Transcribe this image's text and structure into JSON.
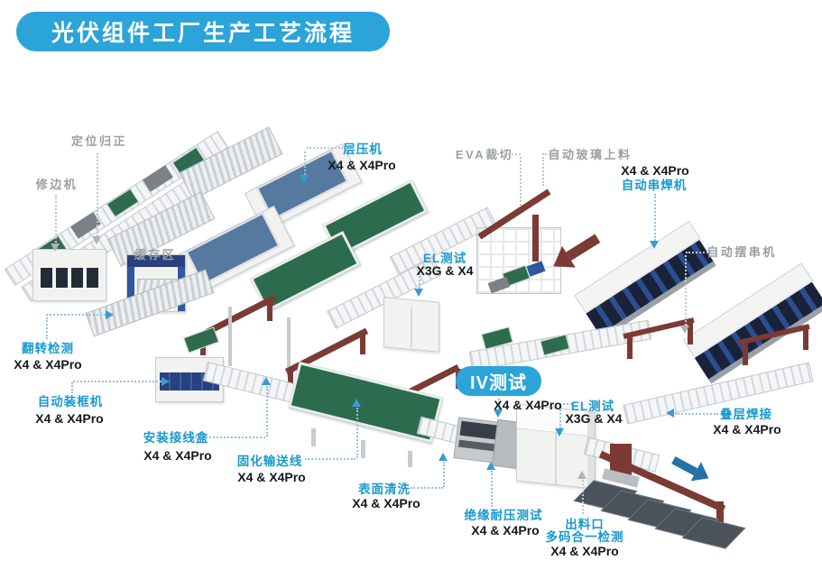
{
  "title": "光伏组件工厂生产工艺流程",
  "iv_badge": "IV测试",
  "colors": {
    "accent_blue": "#2ba4d9",
    "label_blue": "#1899d1",
    "label_gray": "#9aa0a4",
    "belt_green": "#2c6b4e",
    "laminator_blue": "#56799f",
    "machine_navy": "#2e4d8f",
    "gantry_red": "#7c3a35",
    "flow_arrow_blue": "#2470a8"
  },
  "stations": {
    "positioning": {
      "name": "定位归正"
    },
    "trimming": {
      "name": "修边机"
    },
    "buffer": {
      "name": "缓存区"
    },
    "laminator": {
      "name": "层压机",
      "model": "X4 & X4Pro"
    },
    "eva_cutting": {
      "name": "EVA裁切"
    },
    "glass_loading": {
      "name": "自动玻璃上料"
    },
    "stringer": {
      "name": "自动串焊机",
      "model": "X4 & X4Pro"
    },
    "string_layup": {
      "name": "自动摆串机"
    },
    "el_test_mid": {
      "name": "EL测试",
      "model": "X3G & X4"
    },
    "flip_inspection": {
      "name": "翻转检测",
      "model": "X4 & X4Pro"
    },
    "framing": {
      "name": "自动装框机",
      "model": "X4 & X4Pro"
    },
    "junction_box": {
      "name": "安装接线盒",
      "model": "X4 & X4Pro"
    },
    "curing_conveyor": {
      "name": "固化输送线",
      "model": "X4 & X4Pro"
    },
    "surface_cleaning": {
      "name": "表面清洗",
      "model": "X4 & X4Pro"
    },
    "iv_test": {
      "name": "IV测试",
      "model": "X4 & X4Pro"
    },
    "el_test_end": {
      "name": "EL测试",
      "model": "X3G & X4"
    },
    "insulation_test": {
      "name": "绝缘耐压测试",
      "model": "X4 & X4Pro"
    },
    "outfeed": {
      "line1": "出料口",
      "line2": "多码合一检测",
      "model": "X4 & X4Pro"
    },
    "stack_welding": {
      "name": "叠层焊接",
      "model": "X4 & X4Pro"
    }
  }
}
